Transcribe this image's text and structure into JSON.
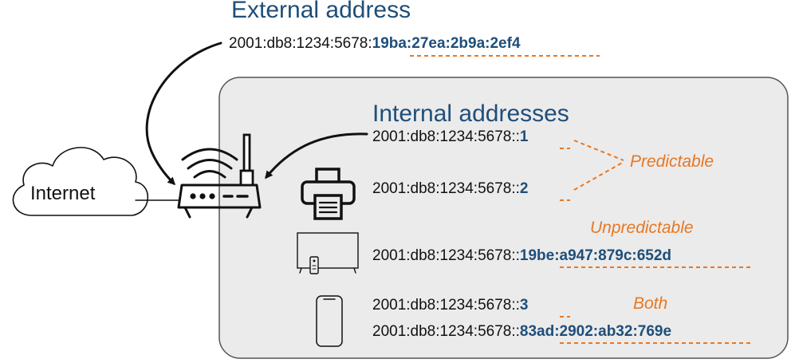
{
  "external": {
    "title": "External address",
    "prefix": "2001:db8:1234:5678:",
    "suffix": "19ba:27ea:2b9a:2ef4"
  },
  "internal": {
    "title": "Internal addresses",
    "printer_a": {
      "prefix": "2001:db8:1234:5678::",
      "suffix": "1"
    },
    "printer_b": {
      "prefix": "2001:db8:1234:5678::",
      "suffix": "2"
    },
    "tv": {
      "prefix": "2001:db8:1234:5678::",
      "suffix": "19be:a947:879c:652d"
    },
    "phone_a": {
      "prefix": "2001:db8:1234:5678::",
      "suffix": "3"
    },
    "phone_b": {
      "prefix": "2001:db8:1234:5678::",
      "suffix": "83ad:2902:ab32:769e"
    }
  },
  "notes": {
    "predictable": "Predictable",
    "unpredictable": "Unpredictable",
    "both": "Both"
  },
  "internet": {
    "label": "Internet"
  },
  "colors": {
    "title": "#1f4e79",
    "suffix": "#1f4e79",
    "note": "#e87722",
    "panel": "#ebebeb"
  }
}
